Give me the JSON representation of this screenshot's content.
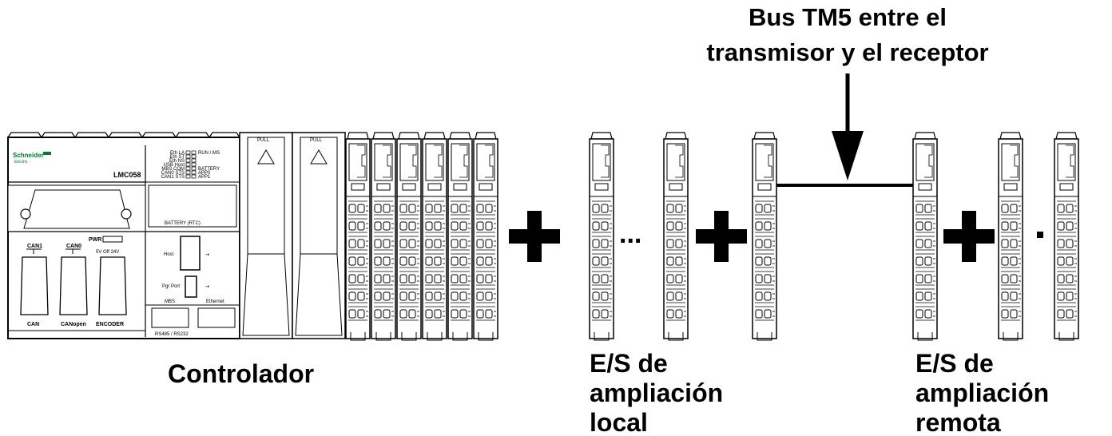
{
  "title": {
    "line1": "Bus TM5 entre el",
    "line2": "transmisor y el receptor"
  },
  "labels": {
    "controller": "Controlador",
    "local_line1": "E/S de",
    "local_line2": "ampliación",
    "local_line3": "local",
    "remote_line1": "E/S de",
    "remote_line2": "ampliación",
    "remote_line3": "remota"
  },
  "controller_panel": {
    "brand": "Schneider",
    "brand_sub": "Electric",
    "model": "LMC058",
    "leds_left": [
      "Eth LA",
      "Eth ST",
      "Eth NS",
      "USB Host",
      "MBS COM",
      "CAN0 STS",
      "CAN1 STS"
    ],
    "leds_right": [
      "RUN / MS",
      "BATTERY",
      "APP0",
      "APP1"
    ],
    "battery": "BATTERY (RTC)",
    "host": "Host",
    "pgr_port": "Pgr Port",
    "mbs": "MBS",
    "ethernet": "Ethernet",
    "rs": "RS485 / RS232",
    "can1": "CAN1",
    "can0": "CAN0",
    "pwr": "PWR",
    "pwr_scale": "5V  Off  24V",
    "can_label": "CAN",
    "canopen_label": "CANopen",
    "encoder": "ENCODER"
  },
  "pull_modules": [
    {
      "label": "PULL"
    },
    {
      "label": "PULL"
    }
  ],
  "symbols": {
    "plus": "+",
    "ellipsis": "...",
    "dot": "·"
  }
}
